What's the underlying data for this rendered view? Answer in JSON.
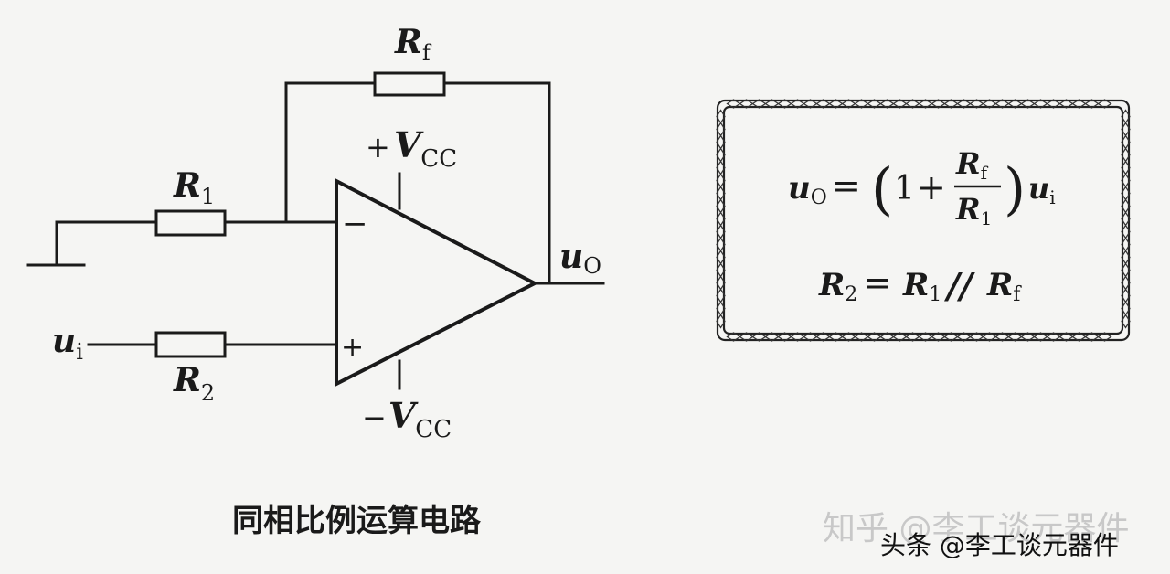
{
  "circuit": {
    "rf_main": "R",
    "rf_sub": "f",
    "r1_main": "R",
    "r1_sub": "1",
    "r2_main": "R",
    "r2_sub": "2",
    "input_main": "u",
    "input_sub": "i",
    "output_main": "u",
    "output_sub": "O",
    "vcc_pos_sign": "+",
    "vcc_neg_sign": "−",
    "vcc_main": "V",
    "vcc_sub": "CC",
    "inverting_sign": "−",
    "noninverting_sign": "+"
  },
  "formula": {
    "line1": {
      "lhs_main": "u",
      "lhs_sub": "O",
      "equals": "=",
      "lparen": "(",
      "one": "1",
      "plus": "+",
      "num_main": "R",
      "num_sub": "f",
      "den_main": "R",
      "den_sub": "1",
      "rparen": ")",
      "tail_main": "u",
      "tail_sub": "i"
    },
    "line2": {
      "lhs_main": "R",
      "lhs_sub": "2",
      "equals": "=",
      "a_main": "R",
      "a_sub": "1",
      "parallel": "//",
      "b_main": "R",
      "b_sub": "f"
    }
  },
  "caption": "同相比例运算电路",
  "watermark": {
    "faint": "知乎 @李工谈元器件",
    "bold": "头条 @李工谈元器件"
  }
}
